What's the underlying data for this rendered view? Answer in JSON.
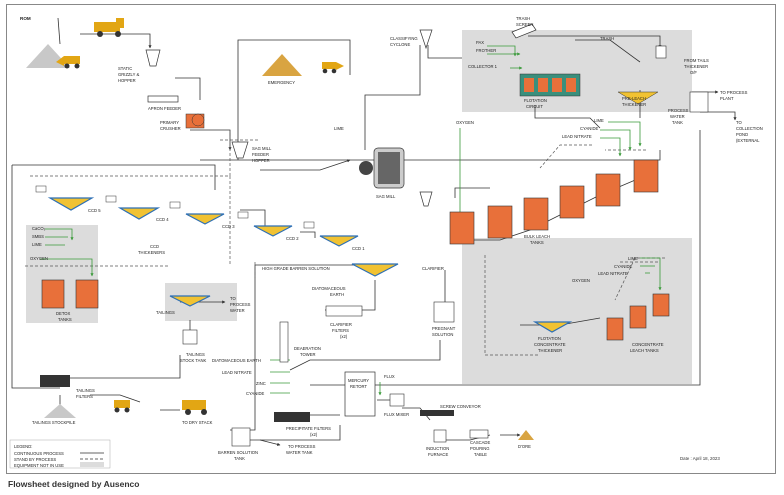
{
  "caption": "Flowsheet designed by Ausenco",
  "date": "Date : April 18, 2023",
  "legend": {
    "title": "LEGEND:",
    "items": [
      "CONTINUOUS PROCESS",
      "STAND BY PROCESS",
      "EQUIPMENT NOT IN USE"
    ]
  },
  "labels": {
    "rom": "ROM",
    "grizzly": [
      "STATIC",
      "GRIZZLY &",
      "HOPPER"
    ],
    "apron": "APRON FEEDER",
    "crusher": [
      "PRIMARY",
      "CRUSHER"
    ],
    "emergency": "EMERGENCY",
    "sag_feeder": [
      "SAG MILL",
      "FEEDER",
      "HOPPER"
    ],
    "lime_top": "LIME",
    "sag_mill": "SAG MILL",
    "cyclone": [
      "CLASSIFYING",
      "CYCLONE"
    ],
    "trash_screen": [
      "TRASH",
      "SCREEN"
    ],
    "trash": "TRASH",
    "pax": "PAX",
    "frother": "FROTHER",
    "collector": "COLLECTOR 1",
    "flot_circuit": [
      "FLOTATION",
      "CIRCUIT"
    ],
    "preleach": [
      "PRE-LEACH",
      "THICKENER"
    ],
    "process_water_tank": [
      "PROCESS",
      "WATER",
      "TANK"
    ],
    "from_tails": [
      "FROM TAILS",
      "THICKENER",
      "O/F"
    ],
    "to_process_plant": [
      "TO PROCESS",
      "PLANT"
    ],
    "to_collection_pond": [
      "TO",
      "COLLECTION",
      "POND",
      "(EXTERNAL"
    ],
    "oxygen_top": "OXYGEN",
    "lime_r": "LIME",
    "cyanide_r": "CYANIDE",
    "lead_nitrate_r": "LEAD NITRATE",
    "bulk_leach": [
      "BULK LEACH",
      "TANKS"
    ],
    "ccd5": "CCD 5",
    "ccd4": "CCD 4",
    "ccd3": "CCD 3",
    "ccd2": "CCD 2",
    "ccd1": "CCD 1",
    "ccd_thick": [
      "CCD",
      "THICKENERS"
    ],
    "caco3": "CaCO₃",
    "smbs": "SMBS",
    "lime_detox": "LIME",
    "oxygen_detox": "OXYGEN",
    "detox": [
      "DETOX",
      "TANKS"
    ],
    "tailings": "TAILINGS",
    "to_process_water": [
      "TO",
      "PROCESS",
      "WATER"
    ],
    "tailings_stock": [
      "TAILINGS",
      "STOCK TANK"
    ],
    "tailings_filters": [
      "TAILINGS",
      "FILTERS"
    ],
    "tailings_stockpile": "TAILINGS STOCKPILE",
    "to_dry_stack": "TO DRY STACK",
    "hg_barren": "HIGH GRADE BARREN SOLUTION",
    "clarifier": "CLARIFIER",
    "diatomaceous_top": [
      "DIATOMACEOUS",
      "EARTH"
    ],
    "clarifier_filters": [
      "CLARIFIER",
      "FILTERS",
      "(x2)"
    ],
    "pregnant": [
      "PREGNANT",
      "SOLUTION"
    ],
    "deaeration": [
      "DEAERATION",
      "TOWER"
    ],
    "diatomaceous_mid": "DIATOMACEOUS EARTH",
    "lead_nitrate_mid": "LEAD NITRATE",
    "zinc": "ZINC",
    "cyanide_mid": "CYANIDE",
    "precip_filters": [
      "PRECIPITATE  FILTERS",
      "(x2)"
    ],
    "barren_tank": [
      "BARREN SOLUTION",
      "TANK"
    ],
    "to_pw_tank": [
      "TO PROCESS",
      "WATER TANK"
    ],
    "mercury": [
      "MERCURY",
      "RETORT"
    ],
    "flux": "FLUX",
    "flux_mixer": "FLUX MIXER",
    "screw": "SCREW CONVEYOR",
    "induction": [
      "INDUCTION",
      "FURNACE"
    ],
    "cascade": [
      "CASCADE",
      "POURING",
      "TABLE"
    ],
    "dore": "D'ORE",
    "oxygen_conc": "OXYGEN",
    "lime_c": "LIME",
    "cyanide_c": "CYANIDE",
    "lead_nitrate_c": "LEAD NITRATE",
    "flot_conc": [
      "FLOTATION",
      "CONCENTRATE",
      "THICKENER"
    ],
    "conc_leach": [
      "CONCENTRATE",
      "LEACH TANKS"
    ]
  },
  "colors": {
    "tank_fill": "#e8703a",
    "thickener_fill": "#f1c232",
    "water": "#2d6fb5",
    "reagent_line": "#3a9a3a",
    "zone": "#dcdcdc",
    "stockpile": "#c8c8c8",
    "ore_pile": "#d9a441",
    "truck": "#e2a614"
  }
}
